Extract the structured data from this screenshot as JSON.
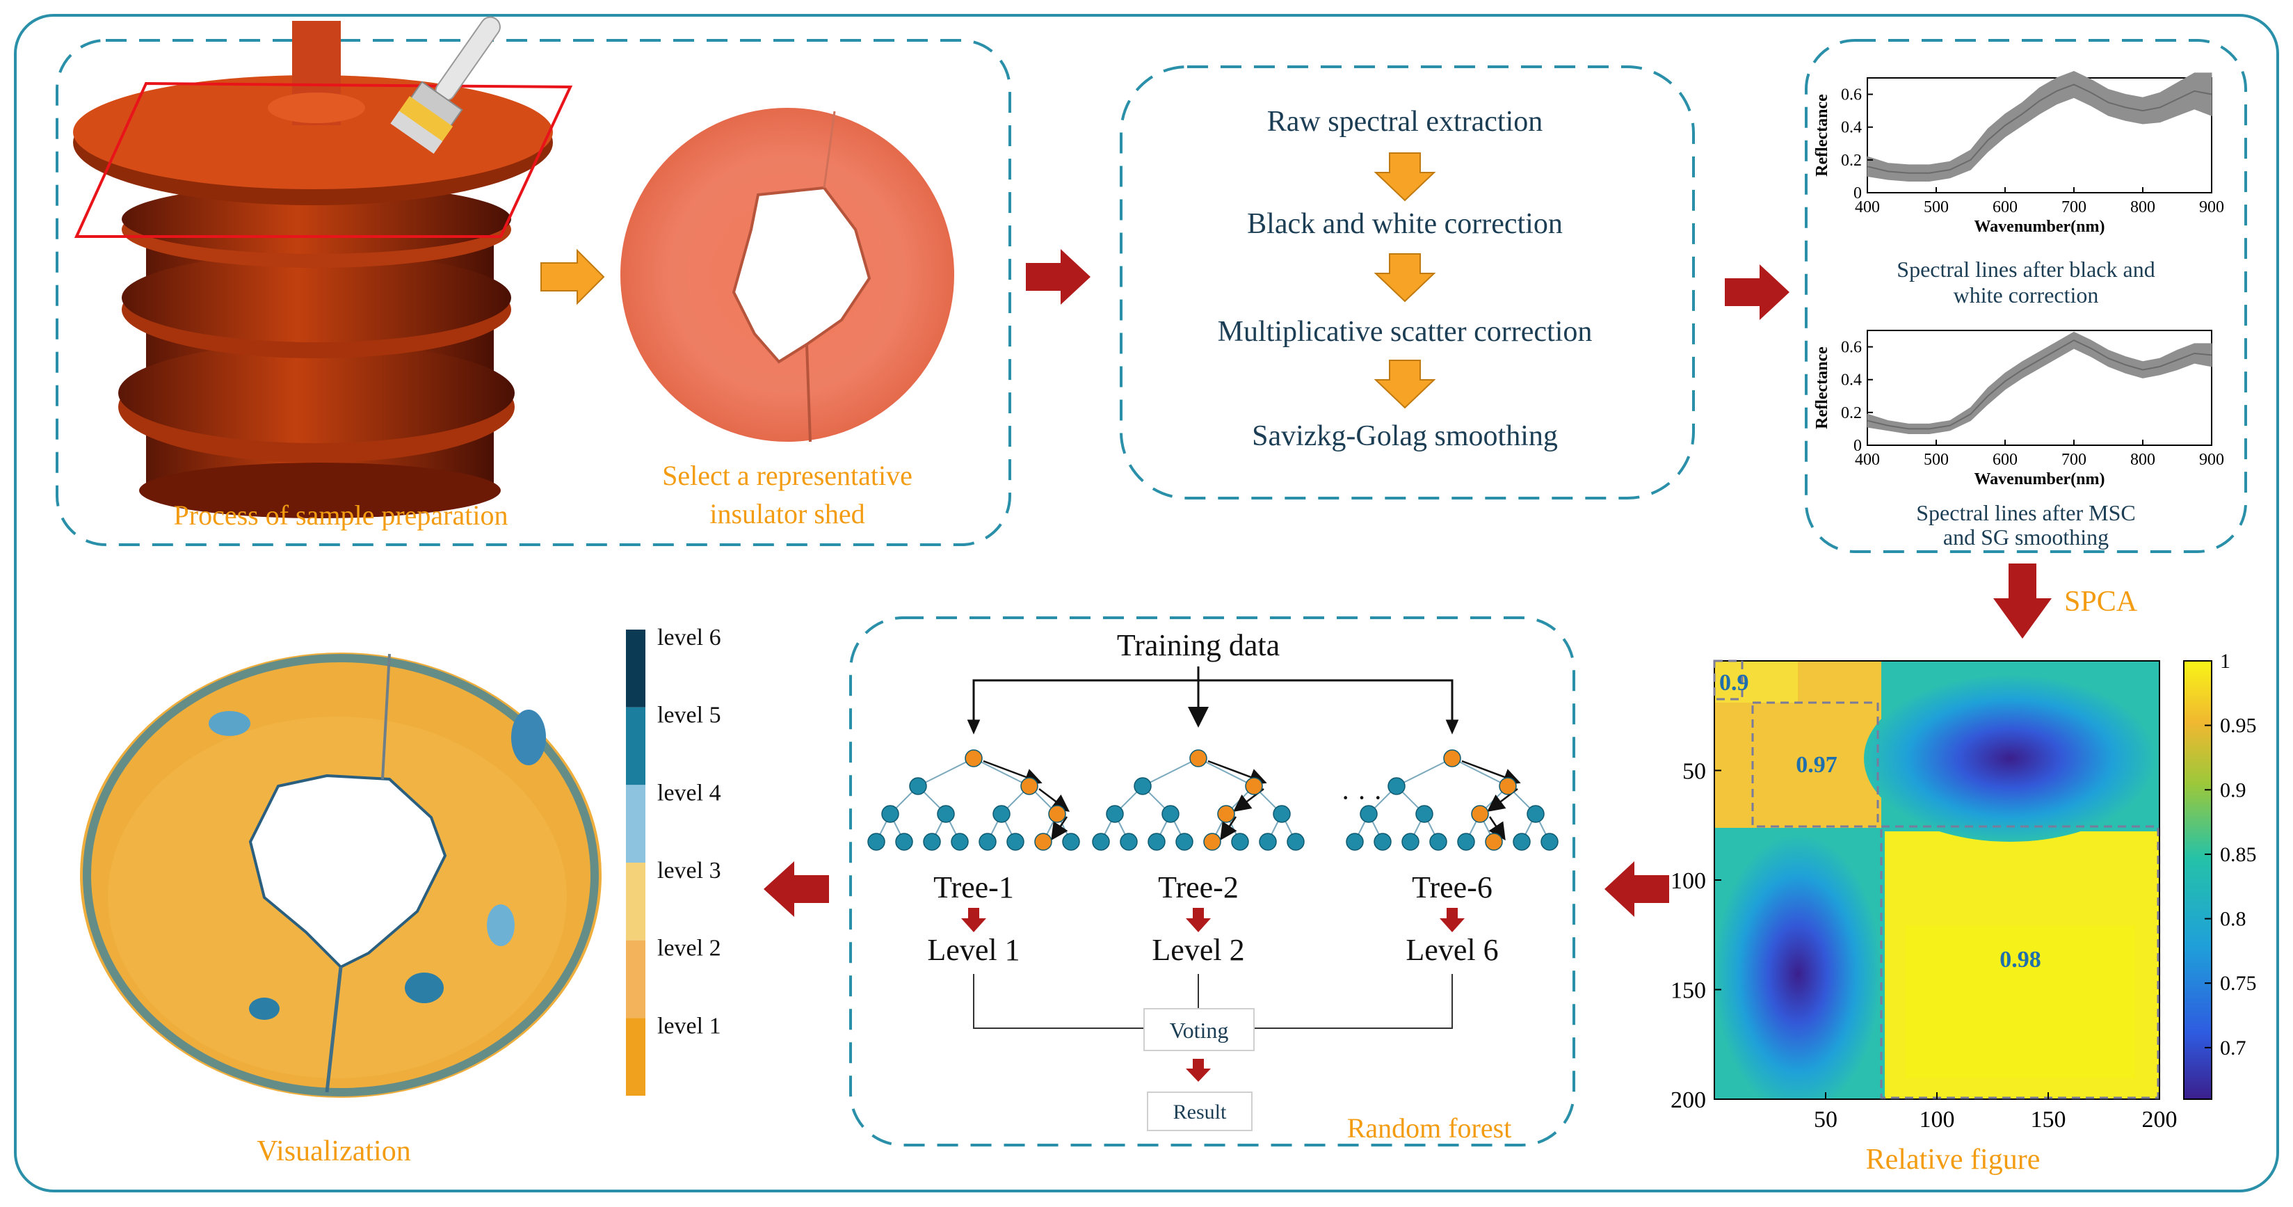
{
  "colors": {
    "frame": "#2A8FA8",
    "orange": "#F39C12",
    "arrow_orange": "#F7A325",
    "arrow_red": "#B11A1A",
    "node_teal": "#1F8BA8",
    "node_orange": "#F08C1E"
  },
  "sample_prep": {
    "caption": "Process of sample preparation",
    "select_caption_line1": "Select a representative",
    "select_caption_line2": "insulator shed",
    "icons": [
      "insulator-photo",
      "brush-icon",
      "insulator-shed-photo"
    ]
  },
  "preprocessing": {
    "steps": [
      "Raw spectral extraction",
      "Black and white correction",
      "Multiplicative scatter correction",
      "Savizkg-Golag smoothing"
    ]
  },
  "spectra": {
    "top_caption_line1": "Spectral lines after black and",
    "top_caption_line2": "white correction",
    "bottom_caption_line1": "Spectral lines after MSC",
    "bottom_caption_line2": "and SG smoothing"
  },
  "spca_label": "SPCA",
  "relative_figure": {
    "caption": "Relative figure",
    "blocks": [
      "0.9",
      "0.97",
      "0.98"
    ]
  },
  "random_forest": {
    "caption": "Random forest",
    "training_label": "Training data",
    "trees": [
      {
        "name": "Tree-1",
        "level": "Level 1"
      },
      {
        "name": "Tree-2",
        "level": "Level 2"
      },
      {
        "name": "Tree-6",
        "level": "Level 6"
      }
    ],
    "ellipsis": "· · ·",
    "voting": "Voting",
    "result": "Result"
  },
  "visualization": {
    "caption": "Visualization",
    "levels": [
      "level 6",
      "level 5",
      "level 4",
      "level 3",
      "level 2",
      "level 1"
    ],
    "level_colors": [
      "#0B3A55",
      "#1C7E9E",
      "#8EC3DF",
      "#F4D27A",
      "#F2B35A",
      "#F0A21E"
    ]
  },
  "chart_data": [
    {
      "type": "line",
      "name": "spectra-bw",
      "xlabel": "Wavenumber(nm)",
      "ylabel": "Reflectance",
      "xlim": [
        400,
        900
      ],
      "ylim": [
        0,
        0.7
      ],
      "xticks": [
        400,
        500,
        600,
        700,
        800,
        900
      ],
      "yticks": [
        0,
        0.2,
        0.4,
        0.6
      ],
      "x": [
        400,
        430,
        460,
        490,
        520,
        550,
        575,
        600,
        625,
        650,
        675,
        700,
        725,
        750,
        775,
        800,
        825,
        850,
        875,
        900
      ],
      "mean": [
        0.16,
        0.13,
        0.12,
        0.12,
        0.14,
        0.2,
        0.32,
        0.41,
        0.48,
        0.56,
        0.62,
        0.66,
        0.61,
        0.55,
        0.52,
        0.5,
        0.52,
        0.57,
        0.62,
        0.6
      ],
      "band": [
        0.06,
        0.05,
        0.05,
        0.05,
        0.05,
        0.06,
        0.07,
        0.07,
        0.07,
        0.08,
        0.08,
        0.08,
        0.08,
        0.08,
        0.08,
        0.08,
        0.09,
        0.1,
        0.11,
        0.13
      ]
    },
    {
      "type": "line",
      "name": "spectra-msc-sg",
      "xlabel": "Wavenumber(nm)",
      "ylabel": "Reflectance",
      "xlim": [
        400,
        900
      ],
      "ylim": [
        0,
        0.7
      ],
      "xticks": [
        400,
        500,
        600,
        700,
        800,
        900
      ],
      "yticks": [
        0,
        0.2,
        0.4,
        0.6
      ],
      "x": [
        400,
        430,
        460,
        490,
        520,
        550,
        575,
        600,
        625,
        650,
        675,
        700,
        725,
        750,
        775,
        800,
        825,
        850,
        875,
        900
      ],
      "mean": [
        0.15,
        0.12,
        0.1,
        0.1,
        0.12,
        0.19,
        0.3,
        0.39,
        0.46,
        0.52,
        0.58,
        0.64,
        0.59,
        0.53,
        0.49,
        0.46,
        0.48,
        0.52,
        0.56,
        0.55
      ],
      "band": [
        0.04,
        0.03,
        0.03,
        0.03,
        0.03,
        0.04,
        0.05,
        0.05,
        0.05,
        0.05,
        0.05,
        0.05,
        0.05,
        0.05,
        0.05,
        0.05,
        0.05,
        0.06,
        0.06,
        0.07
      ]
    },
    {
      "type": "heatmap",
      "name": "relative-figure",
      "xticks": [
        50,
        100,
        150,
        200
      ],
      "yticks": [
        50,
        100,
        150,
        200
      ],
      "xlim": [
        0,
        200
      ],
      "ylim": [
        0,
        200
      ],
      "colorbar": {
        "min": 0.66,
        "max": 1,
        "ticks": [
          1,
          0.95,
          0.9,
          0.85,
          0.8,
          0.75,
          0.7
        ]
      }
    }
  ]
}
